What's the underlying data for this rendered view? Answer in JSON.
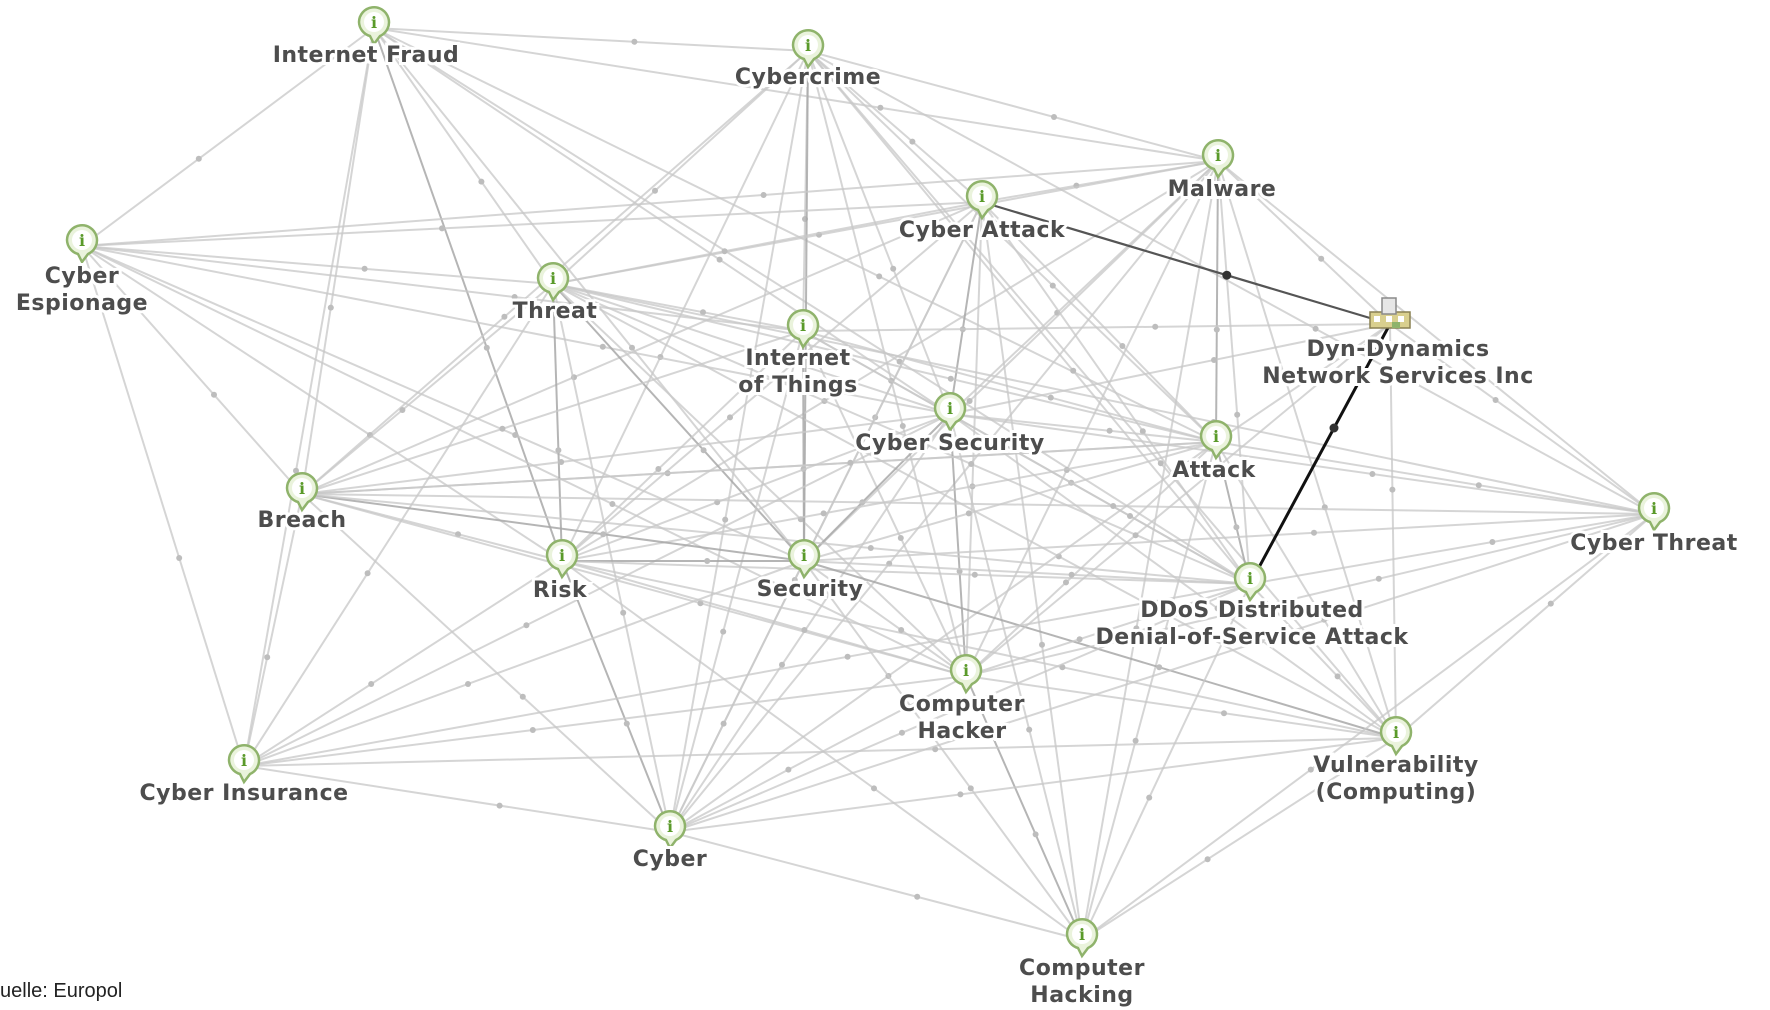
{
  "source_note": "uelle: Europol",
  "colors": {
    "edge": "#c8c8c8",
    "edge_highlight": "#555555",
    "edge_highlight_strong": "#111111",
    "label": "#4d4d4d",
    "pin_fill": "#eaf3dc",
    "pin_stroke": "#8fb36b",
    "pin_icon": "#5a9a2a"
  },
  "nodes": [
    {
      "id": "internet-fraud",
      "lines": [
        "Internet Fraud"
      ],
      "icon": "info-pin-icon"
    },
    {
      "id": "cybercrime",
      "lines": [
        "Cybercrime"
      ],
      "icon": "info-pin-icon"
    },
    {
      "id": "malware",
      "lines": [
        "Malware"
      ],
      "icon": "info-pin-icon"
    },
    {
      "id": "cyber-attack",
      "lines": [
        "Cyber Attack"
      ],
      "icon": "info-pin-icon"
    },
    {
      "id": "cyber-espionage",
      "lines": [
        "Cyber",
        "Espionage"
      ],
      "icon": "info-pin-icon"
    },
    {
      "id": "threat",
      "lines": [
        "Threat"
      ],
      "icon": "info-pin-icon"
    },
    {
      "id": "internet-of-things",
      "lines": [
        "Internet",
        "of Things"
      ],
      "icon": "info-pin-icon"
    },
    {
      "id": "dyn",
      "lines": [
        "Dyn-Dynamics",
        "Network Services Inc"
      ],
      "icon": "organization-building-icon"
    },
    {
      "id": "cyber-security",
      "lines": [
        "Cyber Security"
      ],
      "icon": "info-pin-icon"
    },
    {
      "id": "attack",
      "lines": [
        "Attack"
      ],
      "icon": "info-pin-icon"
    },
    {
      "id": "breach",
      "lines": [
        "Breach"
      ],
      "icon": "info-pin-icon"
    },
    {
      "id": "cyber-threat",
      "lines": [
        "Cyber Threat"
      ],
      "icon": "info-pin-icon"
    },
    {
      "id": "risk",
      "lines": [
        "Risk"
      ],
      "icon": "info-pin-icon"
    },
    {
      "id": "security",
      "lines": [
        "Security"
      ],
      "icon": "info-pin-icon"
    },
    {
      "id": "ddos",
      "lines": [
        "DDoS Distributed",
        "Denial-of-Service Attack"
      ],
      "icon": "info-pin-icon"
    },
    {
      "id": "computer-hacker",
      "lines": [
        "Computer",
        "Hacker"
      ],
      "icon": "info-pin-icon"
    },
    {
      "id": "cyber-insurance",
      "lines": [
        "Cyber Insurance"
      ],
      "icon": "info-pin-icon"
    },
    {
      "id": "vulnerability",
      "lines": [
        "Vulnerability",
        "(Computing)"
      ],
      "icon": "info-pin-icon"
    },
    {
      "id": "cyber",
      "lines": [
        "Cyber"
      ],
      "icon": "info-pin-icon"
    },
    {
      "id": "computer-hacking",
      "lines": [
        "Computer",
        "Hacking"
      ],
      "icon": "info-pin-icon"
    }
  ],
  "highlighted_edges": [
    {
      "from": "cyber-attack",
      "to": "dyn"
    },
    {
      "from": "ddos",
      "to": "dyn",
      "strong": true
    }
  ]
}
